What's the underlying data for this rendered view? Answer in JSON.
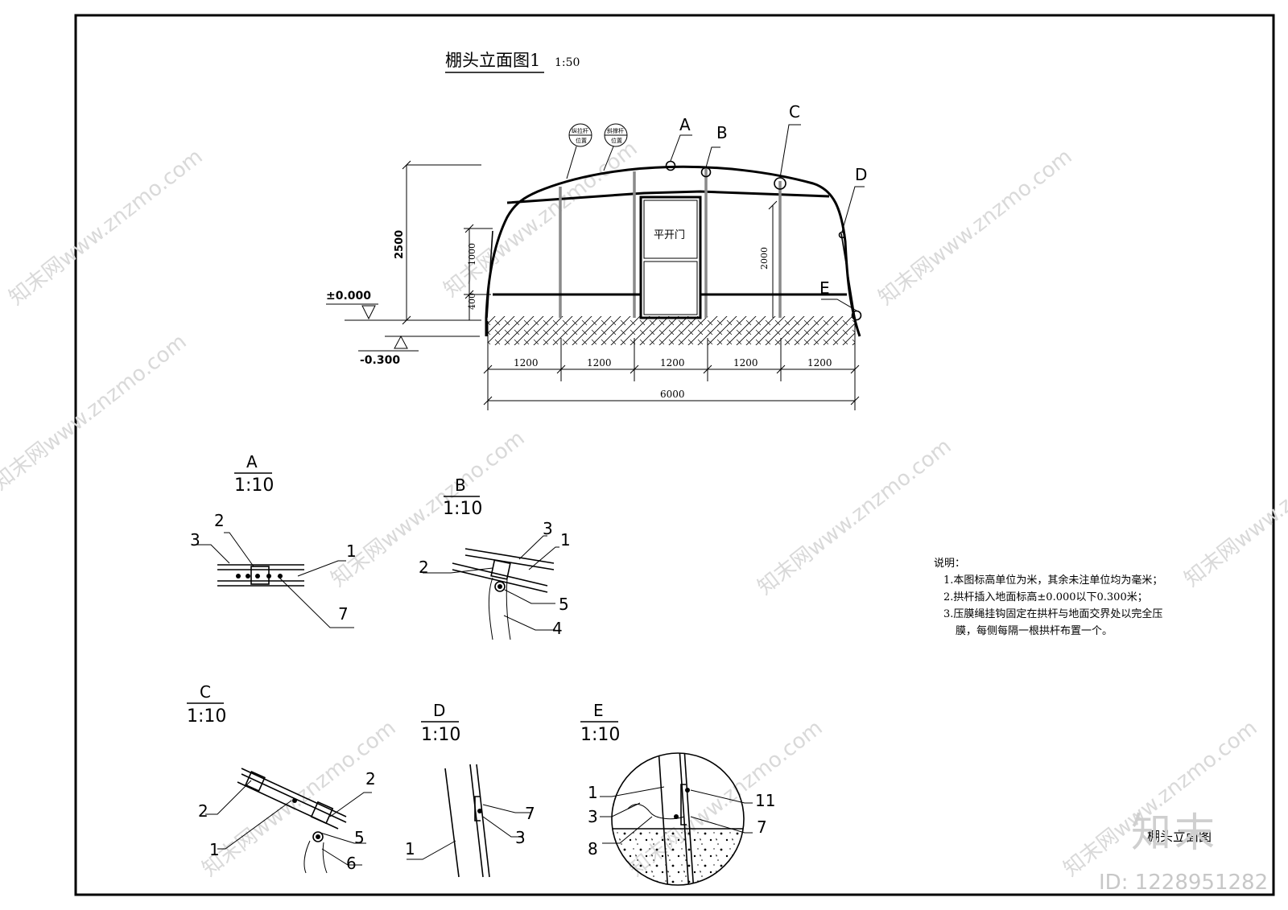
{
  "main_title": "棚头立面图1",
  "main_scale": "1:50",
  "door_label": "平开门",
  "circle_tag_1": [
    "纵拉杆",
    "位置"
  ],
  "circle_tag_2": [
    "斜撑杆",
    "位置"
  ],
  "callouts": [
    "A",
    "B",
    "C",
    "D",
    "E"
  ],
  "dims": {
    "height_total": "2500",
    "height_1000": "1000",
    "height_400": "400",
    "height_2000": "2000",
    "span_each": [
      "1200",
      "1200",
      "1200",
      "1200",
      "1200"
    ],
    "span_total": "6000"
  },
  "levels": {
    "ground": "±0.000",
    "below": "-0.300"
  },
  "details": [
    {
      "id": "A",
      "scale": "1:10",
      "labels": [
        "1",
        "2",
        "3",
        "7"
      ]
    },
    {
      "id": "B",
      "scale": "1:10",
      "labels": [
        "1",
        "2",
        "3",
        "4",
        "5"
      ]
    },
    {
      "id": "C",
      "scale": "1:10",
      "labels": [
        "1",
        "2",
        "2",
        "5",
        "6"
      ]
    },
    {
      "id": "D",
      "scale": "1:10",
      "labels": [
        "1",
        "3",
        "7"
      ]
    },
    {
      "id": "E",
      "scale": "1:10",
      "labels": [
        "1",
        "3",
        "7",
        "8",
        "11"
      ]
    }
  ],
  "notes": {
    "heading": "说明：",
    "items": [
      "1.本图标高单位为米，其余未注单位均为毫米；",
      "2.拱杆插入地面标高±0.000以下0.300米；",
      "3.压膜绳挂钩固定在拱杆与地面交界处以完全压",
      "膜，每侧每隔一根拱杆布置一个。"
    ]
  },
  "title_block": "棚头立面图",
  "watermark_text": "知末网www.znzmo.com",
  "logo_text": "知末",
  "id_text": "ID: 1228951282"
}
